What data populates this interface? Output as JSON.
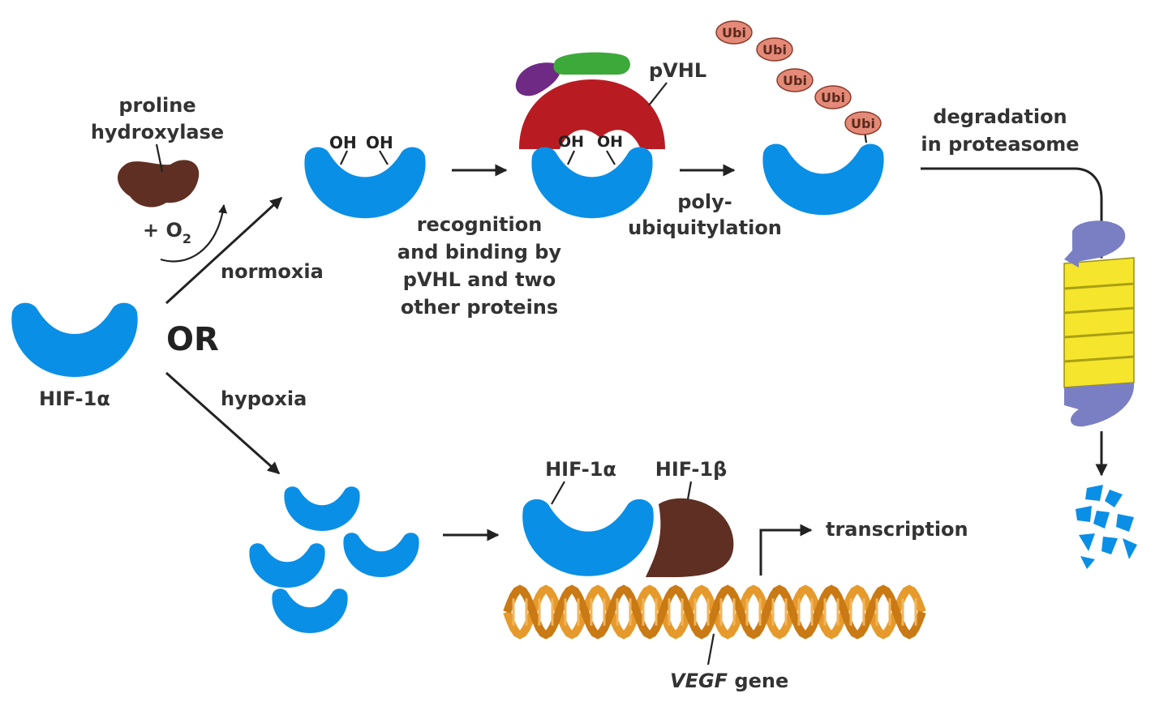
{
  "labels": {
    "proline_line1": "proline",
    "proline_line2": "hydroxylase",
    "o2_plus": "+ O",
    "o2_sub": "2",
    "normoxia": "normoxia",
    "or": "OR",
    "hif1a_left": "HIF-1α",
    "hypoxia": "hypoxia",
    "oh": "OH",
    "recognition_1": "recognition",
    "recognition_2": "and binding by",
    "recognition_3": "pVHL and two",
    "recognition_4": "other proteins",
    "pvhl": "pVHL",
    "poly_1": "poly-",
    "poly_2": "ubiquitylation",
    "ubi": "Ubi",
    "degradation_1": "degradation",
    "degradation_2": "in proteasome",
    "hif1a": "HIF-1α",
    "hif1b": "HIF-1β",
    "transcription": "transcription",
    "vegf_italic": "VEGF",
    "vegf_gene": " gene"
  },
  "colors": {
    "hif_blue": "#0a8fe6",
    "hydroxylase_brown": "#5e2f22",
    "pvhl_red": "#b81c22",
    "protein_green": "#3ca93a",
    "protein_purple": "#6e2a84",
    "ubi_salmon": "#e58a78",
    "proteasome_purple": "#7a7fc4",
    "proteasome_yellow": "#f5e52c",
    "dna_orange": "#e69a2c",
    "hif1b_brown": "#5e2f22"
  }
}
